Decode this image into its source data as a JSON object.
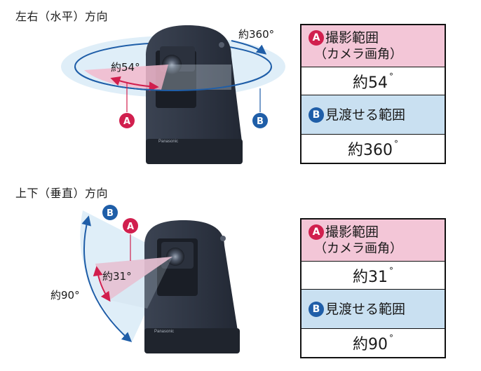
{
  "sections": {
    "horizontal": {
      "heading": "左右（水平）方向",
      "label_a": "約54°",
      "label_b": "約360°",
      "table": {
        "a_badge": "A",
        "a_title": "撮影範囲",
        "a_sub": "（カメラ画角）",
        "a_value": "約54",
        "b_badge": "B",
        "b_title": "見渡せる範囲",
        "b_value": "約360"
      }
    },
    "vertical": {
      "heading": "上下（垂直）方向",
      "label_a": "約31°",
      "label_b": "約90°",
      "table": {
        "a_badge": "A",
        "a_title": "撮影範囲",
        "a_sub": "（カメラ画角）",
        "a_value": "約31",
        "b_badge": "B",
        "b_title": "見渡せる範囲",
        "b_value": "約90"
      }
    }
  },
  "markers": {
    "a": "A",
    "b": "B"
  },
  "brand": "Panasonic",
  "degree_symbol": "°",
  "colors": {
    "range_a": "#f3b9cd",
    "range_a_line": "#d11f4e",
    "range_b": "#c9e2f3",
    "range_b_line": "#1f5ea8",
    "camera": "#2f3644"
  }
}
